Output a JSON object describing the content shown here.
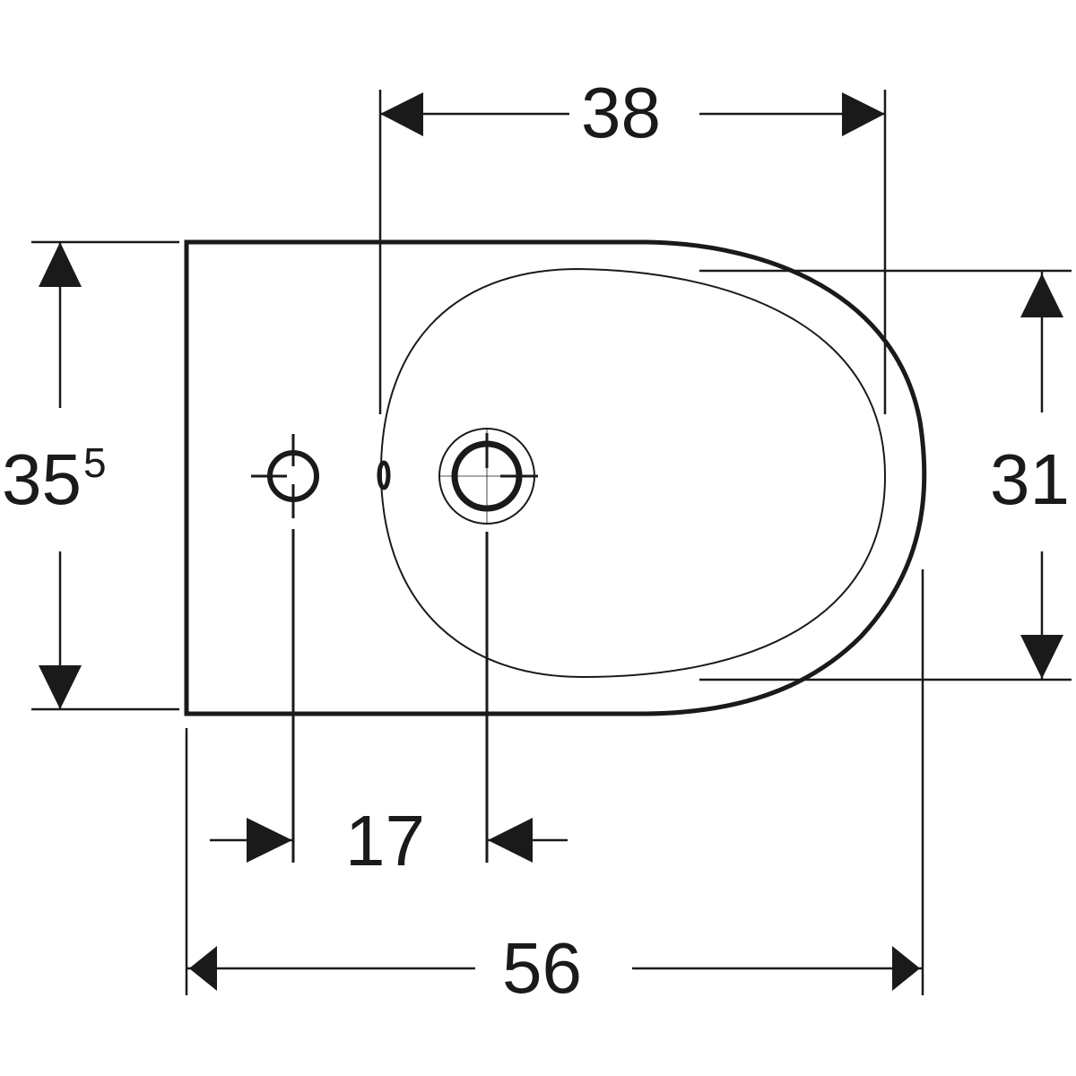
{
  "drawing": {
    "subject": "bidet top view dimension drawing",
    "stroke_color": "#1a1a1a",
    "background": "#ffffff"
  },
  "dimensions": {
    "top_width": {
      "value": "38",
      "orientation": "horizontal"
    },
    "overall_depth": {
      "value": "35",
      "superscript": "5",
      "orientation": "vertical"
    },
    "bowl_depth": {
      "value": "31",
      "orientation": "vertical"
    },
    "hole_spacing": {
      "value": "17",
      "orientation": "horizontal"
    },
    "overall_length": {
      "value": "56",
      "orientation": "horizontal"
    }
  }
}
